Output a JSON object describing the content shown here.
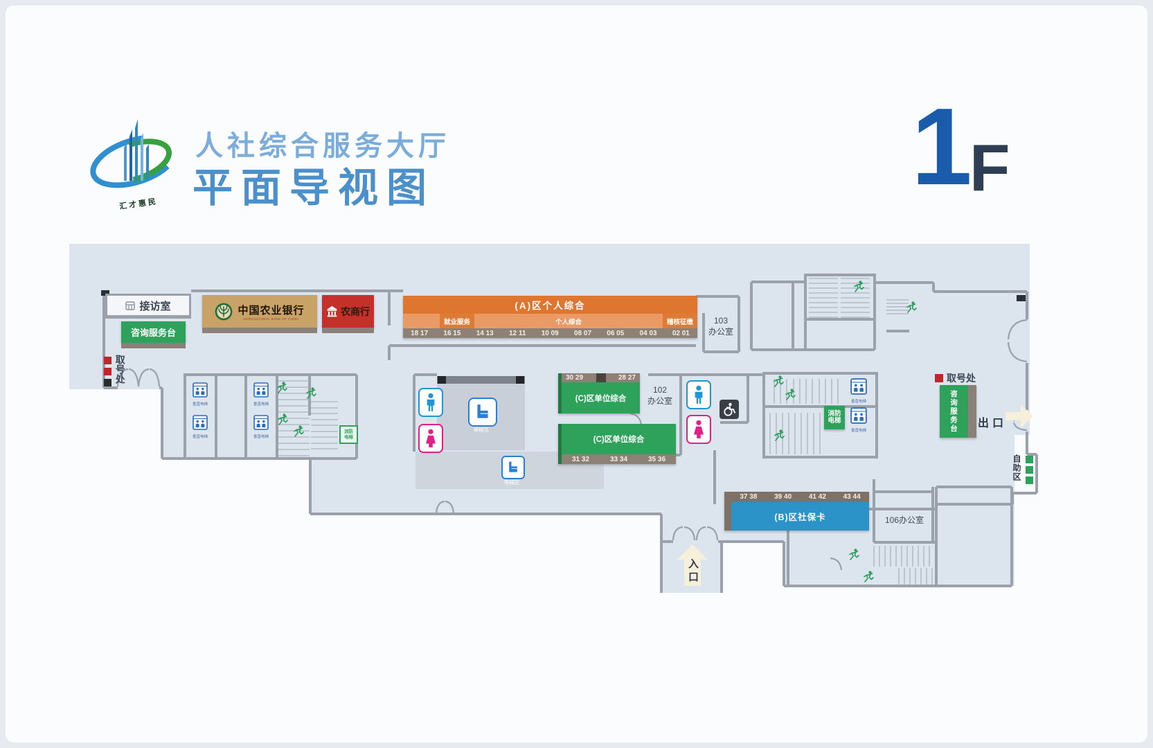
{
  "header": {
    "subtitle": "人社综合服务大厅",
    "title": "平面导视图",
    "floor_big": "1",
    "floor_small": "F",
    "logo_motto": "汇才惠民"
  },
  "banks": {
    "abc_name": "中国农业银行",
    "abc_en": "AGRICULTURAL BANK OF CHINA",
    "rural_name": "农商行"
  },
  "zones": {
    "zone_a": {
      "title": "(A)区个人综合",
      "sections": [
        "就业服务",
        "个人综合",
        "稽核征缴"
      ],
      "windows": [
        "18 17",
        "16 15",
        "14 13",
        "12 11",
        "10 09",
        "08 07",
        "06 05",
        "04 03",
        "02 01"
      ]
    },
    "zone_c1": {
      "title": "(C)区单位综合",
      "windows_left": "30 29",
      "windows_right": "28 27"
    },
    "zone_c2": {
      "title": "(C)区单位综合",
      "windows": [
        "31 32",
        "33 34",
        "35 36"
      ]
    },
    "zone_b": {
      "title": "(B)区社保卡",
      "windows": [
        "37 38",
        "39 40",
        "41 42",
        "43 44"
      ]
    }
  },
  "rooms": {
    "reception": "接访室",
    "consult_desk": "咨询服务台",
    "consult_desk_vertical": "咨询服务台",
    "office_103_num": "103",
    "office_103_label": "办公室",
    "office_102_num": "102",
    "office_102_label": "办公室",
    "office_106": "106办公室"
  },
  "signs": {
    "ticket_left": "取号处",
    "ticket_right": "取号处",
    "waiting_1": "等候区",
    "waiting_2": "等候区",
    "fire_elevator": "消防电梯",
    "fire_elevator_small": "消防电梯",
    "elevator_label": "垂直电梯",
    "exit": "出口",
    "entrance": "入口",
    "self_service": "自助区"
  },
  "colors": {
    "wall": "#9aa1ab",
    "floor": "#dce4ee",
    "orange_title": "#df7630",
    "orange_light": "#ea9a64",
    "orange_dark": "#de7c36",
    "counter_brown": "#8d8175",
    "green": "#2ea25b",
    "green_dark": "#1f7a43",
    "blue_b": "#2b93c7",
    "b_brown": "#7d7168",
    "abc_tan": "#c9a268",
    "rural_red": "#c5302b",
    "toilet_blue": "#2196d3",
    "toilet_pink": "#e0218a",
    "title_blue": "#4b90ca",
    "floor_num_blue": "#1a5cab"
  }
}
